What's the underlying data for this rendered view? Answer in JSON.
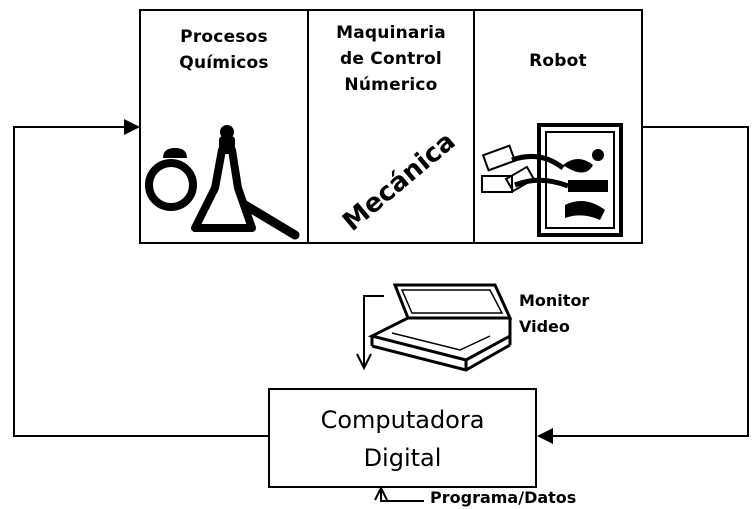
{
  "processes": {
    "chemical": {
      "line1": "Procesos",
      "line2": "Químicos"
    },
    "cnc": {
      "line1": "Maquinaria",
      "line2": "de Control",
      "line3": "Númerico",
      "mechanics_label": "Mecánica"
    },
    "robot": {
      "label": "Robot"
    }
  },
  "monitor": {
    "line1": "Monitor",
    "line2": "Video"
  },
  "computer": {
    "line1": "Computadora",
    "line2": "Digital"
  },
  "input": {
    "label": "Programa/Datos"
  },
  "icons": {
    "flask": "flask-icon",
    "robot": "robot-arm-icon",
    "monitor": "monitor-terminal-icon"
  }
}
